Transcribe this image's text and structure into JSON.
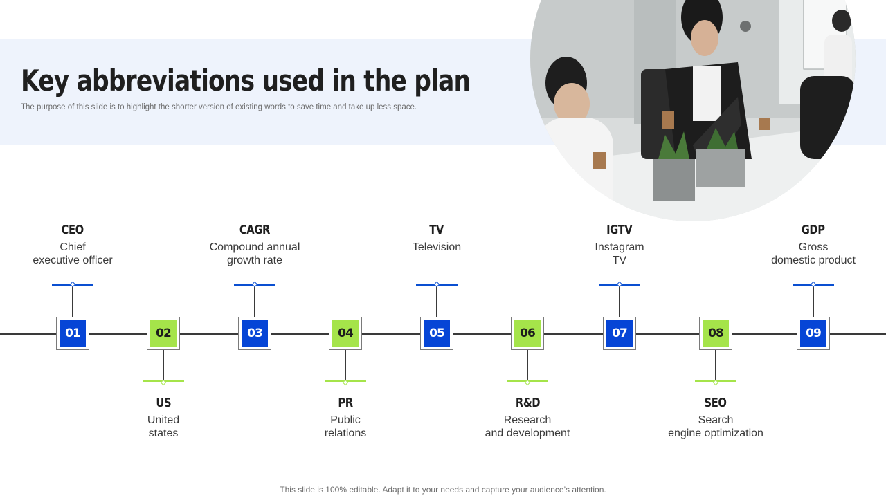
{
  "title": "Key abbreviations used in the plan",
  "subtitle": "The purpose of this slide is to highlight the shorter version of existing words to save time and take up less space.",
  "footer": "This slide is 100% editable. Adapt it to your needs and capture your audience’s attention.",
  "colors": {
    "blue": "#0645d6",
    "green": "#a5e44a",
    "band": "#eef3fc"
  },
  "items": [
    {
      "num": "01",
      "abbr": "CEO",
      "desc": "Chief\nexecutive officer",
      "color": "blue"
    },
    {
      "num": "02",
      "abbr": "US",
      "desc": "United\nstates",
      "color": "green"
    },
    {
      "num": "03",
      "abbr": "CAGR",
      "desc": "Compound annual\ngrowth rate",
      "color": "blue"
    },
    {
      "num": "04",
      "abbr": "PR",
      "desc": "Public\nrelations",
      "color": "green"
    },
    {
      "num": "05",
      "abbr": "TV",
      "desc": "Television",
      "color": "blue"
    },
    {
      "num": "06",
      "abbr": "R&D",
      "desc": "Research\nand development",
      "color": "green"
    },
    {
      "num": "07",
      "abbr": "IGTV",
      "desc": "Instagram\nTV",
      "color": "blue"
    },
    {
      "num": "08",
      "abbr": "SEO",
      "desc": "Search\nengine optimization",
      "color": "green"
    },
    {
      "num": "09",
      "abbr": "GDP",
      "desc": "Gross\ndomestic product",
      "color": "blue"
    }
  ]
}
